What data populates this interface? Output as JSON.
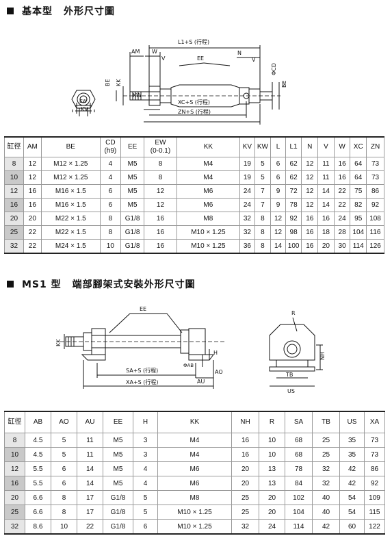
{
  "section1": {
    "title_part1": "基本型",
    "title_part2": "外形尺寸圖",
    "drawing_labels": {
      "l1s": "L1+S (行程)",
      "am": "AM",
      "w": "W",
      "v": "V",
      "n": "N",
      "ee": "EE",
      "cd": "ΦCD",
      "be": "BE",
      "kk": "KK",
      "kw": "KW",
      "ew": "EW",
      "kv": "KV",
      "xcs": "XC+S (行程)",
      "zns": "ZN+S (行程)"
    },
    "table": {
      "headers": [
        "缸徑",
        "AM",
        "BE",
        "CD\n(h9)",
        "EE",
        "EW\n(0-0.1)",
        "KK",
        "KV",
        "KW",
        "L",
        "L1",
        "N",
        "V",
        "W",
        "XC",
        "ZN"
      ],
      "rows": [
        [
          "8",
          "12",
          "M12 × 1.25",
          "4",
          "M5",
          "8",
          "M4",
          "19",
          "5",
          "6",
          "62",
          "12",
          "11",
          "16",
          "64",
          "73"
        ],
        [
          "10",
          "12",
          "M12 × 1.25",
          "4",
          "M5",
          "8",
          "M4",
          "19",
          "5",
          "6",
          "62",
          "12",
          "11",
          "16",
          "64",
          "73"
        ],
        [
          "12",
          "16",
          "M16 × 1.5",
          "6",
          "M5",
          "12",
          "M6",
          "24",
          "7",
          "9",
          "72",
          "12",
          "14",
          "22",
          "75",
          "86"
        ],
        [
          "16",
          "16",
          "M16 × 1.5",
          "6",
          "M5",
          "12",
          "M6",
          "24",
          "7",
          "9",
          "78",
          "12",
          "14",
          "22",
          "82",
          "92"
        ],
        [
          "20",
          "20",
          "M22 × 1.5",
          "8",
          "G1/8",
          "16",
          "M8",
          "32",
          "8",
          "12",
          "92",
          "16",
          "16",
          "24",
          "95",
          "108"
        ],
        [
          "25",
          "22",
          "M22 × 1.5",
          "8",
          "G1/8",
          "16",
          "M10 × 1.25",
          "32",
          "8",
          "12",
          "98",
          "16",
          "18",
          "28",
          "104",
          "116"
        ],
        [
          "32",
          "22",
          "M24 × 1.5",
          "10",
          "G1/8",
          "16",
          "M10 × 1.25",
          "36",
          "8",
          "14",
          "100",
          "16",
          "20",
          "30",
          "114",
          "126"
        ]
      ]
    }
  },
  "section2": {
    "title_part1": "MS1 型",
    "title_part2": "端部腳架式安裝外形尺寸圖",
    "drawing_labels": {
      "ee": "EE",
      "kk": "KK",
      "h": "H",
      "ab": "ΦAB",
      "ao": "AO",
      "au": "AU",
      "sas": "SA+S (行程)",
      "xas": "XA+S (行程)",
      "r": "R",
      "nh": "NH",
      "tb": "TB",
      "us": "US"
    },
    "table": {
      "headers": [
        "缸徑",
        "AB",
        "AO",
        "AU",
        "EE",
        "H",
        "KK",
        "NH",
        "R",
        "SA",
        "TB",
        "US",
        "XA"
      ],
      "rows": [
        [
          "8",
          "4.5",
          "5",
          "11",
          "M5",
          "3",
          "M4",
          "16",
          "10",
          "68",
          "25",
          "35",
          "73"
        ],
        [
          "10",
          "4.5",
          "5",
          "11",
          "M5",
          "3",
          "M4",
          "16",
          "10",
          "68",
          "25",
          "35",
          "73"
        ],
        [
          "12",
          "5.5",
          "6",
          "14",
          "M5",
          "4",
          "M6",
          "20",
          "13",
          "78",
          "32",
          "42",
          "86"
        ],
        [
          "16",
          "5.5",
          "6",
          "14",
          "M5",
          "4",
          "M6",
          "20",
          "13",
          "84",
          "32",
          "42",
          "92"
        ],
        [
          "20",
          "6.6",
          "8",
          "17",
          "G1/8",
          "5",
          "M8",
          "25",
          "20",
          "102",
          "40",
          "54",
          "109"
        ],
        [
          "25",
          "6.6",
          "8",
          "17",
          "G1/8",
          "5",
          "M10 × 1.25",
          "25",
          "20",
          "104",
          "40",
          "54",
          "115"
        ],
        [
          "32",
          "8.6",
          "10",
          "22",
          "G1/8",
          "6",
          "M10 × 1.25",
          "32",
          "24",
          "114",
          "42",
          "60",
          "122"
        ]
      ]
    }
  }
}
